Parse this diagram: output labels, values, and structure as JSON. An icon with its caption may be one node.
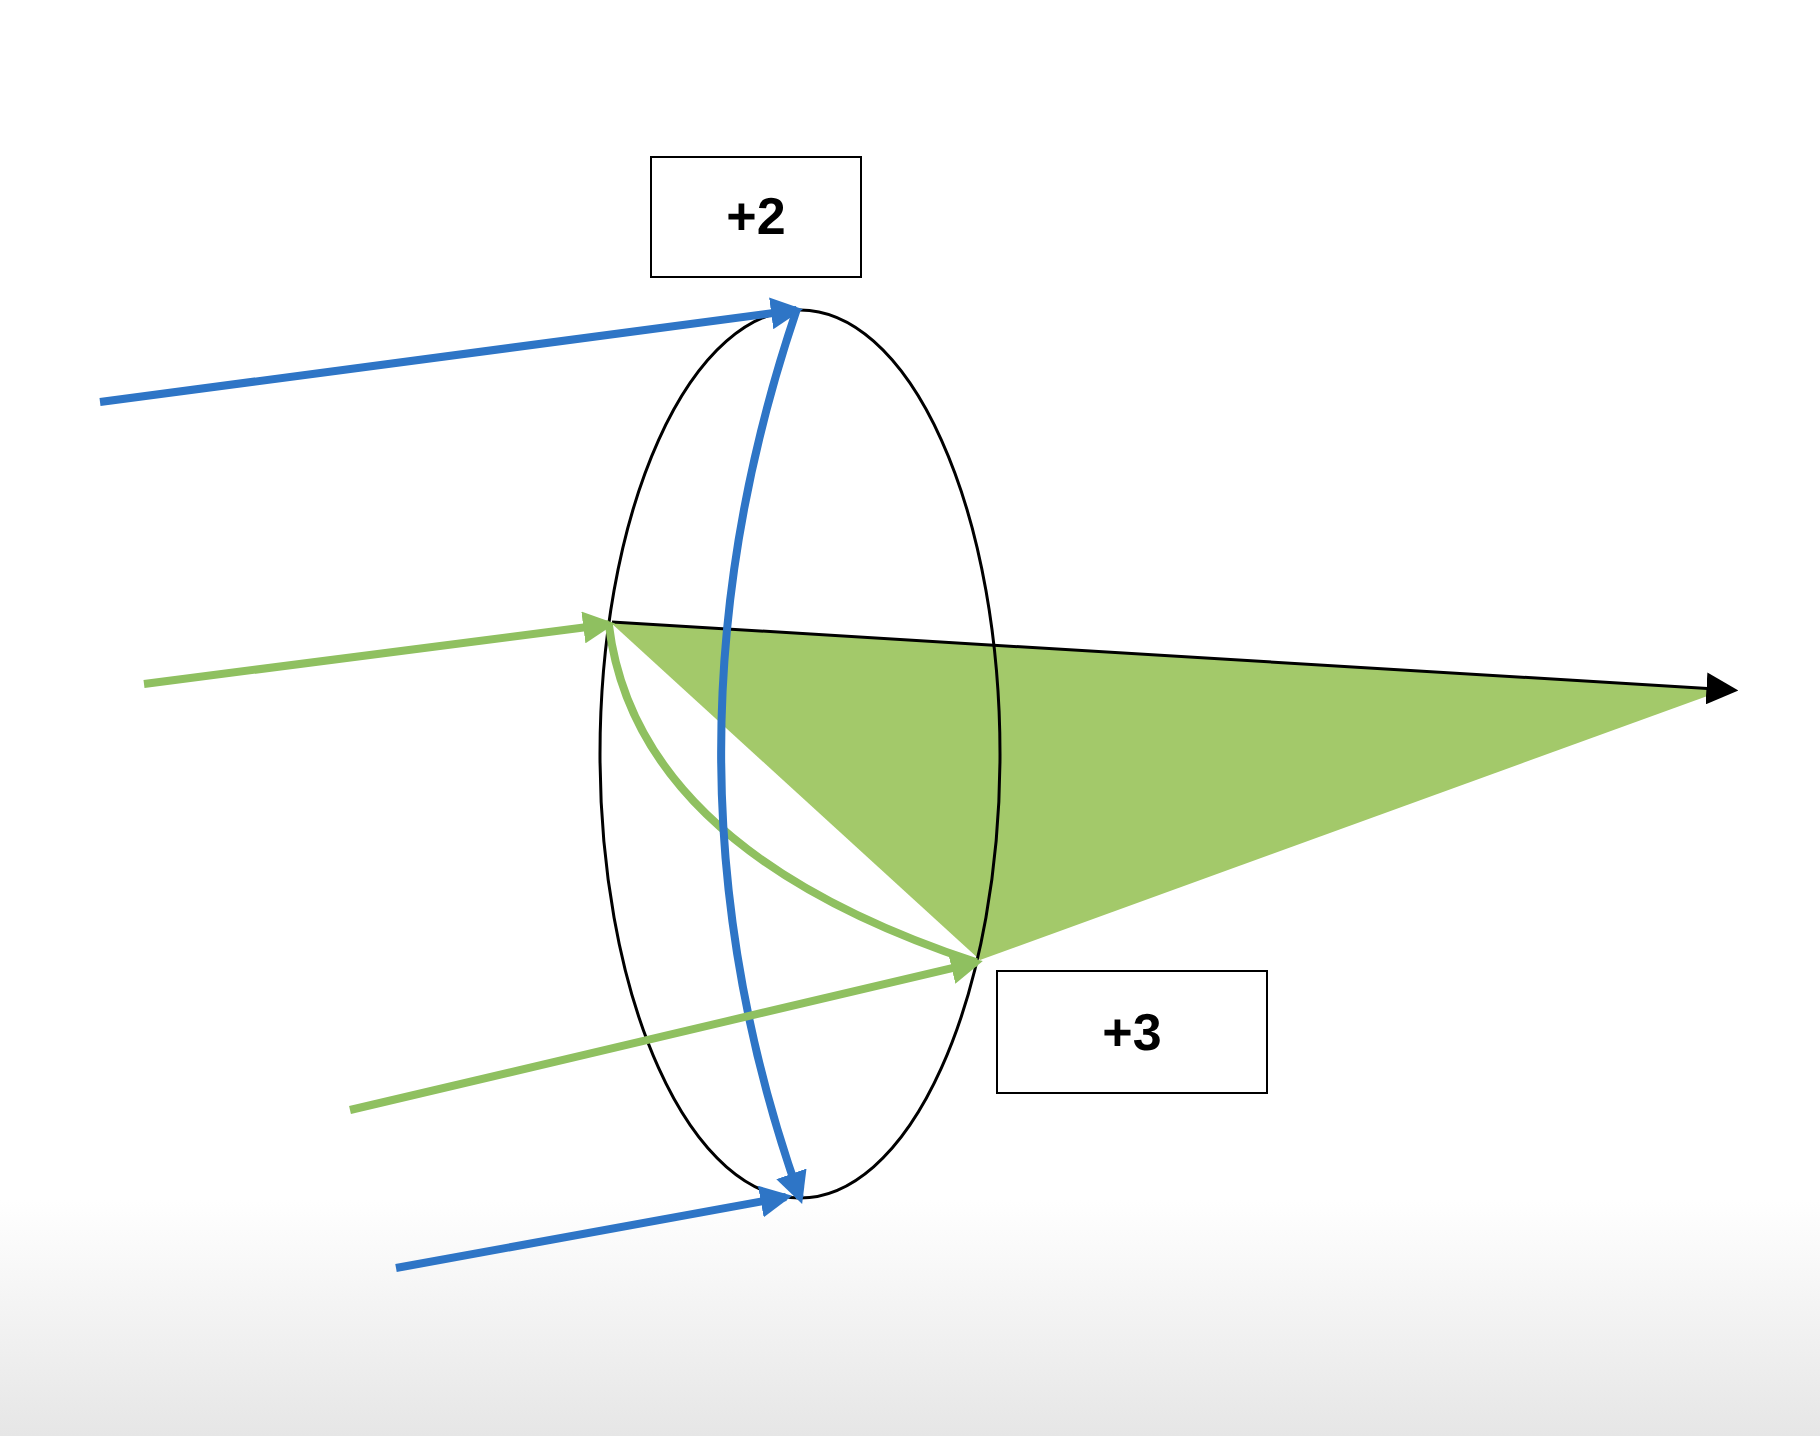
{
  "diagram": {
    "nodes": [
      {
        "text": [
          "+2"
        ]
      },
      {
        "text": [
          "+3"
        ]
      },
      {
        "text": [],
        "shape": "ellipse"
      }
    ],
    "edges": [
      {
        "from": null,
        "to": 2,
        "arrow": "to",
        "color": "#2e75c6"
      },
      {
        "from": null,
        "to": 2,
        "arrow": "to",
        "color": "#8fc060"
      },
      {
        "from": 2,
        "to": 2,
        "arrow": "none",
        "color": "#8fc060"
      },
      {
        "from": 2,
        "to": 2,
        "arrow": "to",
        "color": "#2e75c6"
      },
      {
        "from": null,
        "to": 2,
        "arrow": "to",
        "color": "#8fc060"
      },
      {
        "from": null,
        "to": 2,
        "arrow": "to",
        "color": "#2e75c6"
      }
    ]
  }
}
